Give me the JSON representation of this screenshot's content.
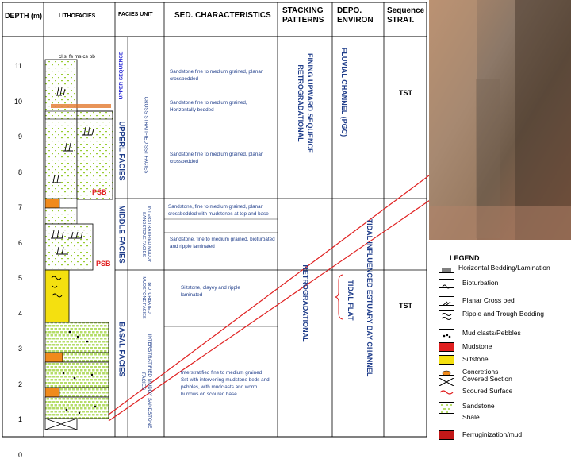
{
  "headers": {
    "depth": "DEPTH (m)",
    "lithofacies": "LITHOFACIES",
    "facies_unit": "FACIES UNIT",
    "sed": "SED. CHARACTERISTICS",
    "stacking": "STACKING PATTERNS",
    "depo": "DEPO. ENVIRON",
    "sequence": "Sequence STRAT."
  },
  "grain_scale": "cl sl fs ms cs pb",
  "depth_ticks": [
    "11",
    "10",
    "9",
    "8",
    "7",
    "6",
    "5",
    "4",
    "3",
    "2",
    "1",
    "0"
  ],
  "sequence_label": "UPPER SEQUENCE",
  "facies": {
    "upper": "UPPERL FACIES",
    "middle": "MIDDLE FACIES",
    "basal": "BASAL FACIES"
  },
  "subfacies": {
    "upper": "CROSS STRATIFIED SST FACIES",
    "middle": "INTERSTRATIFIED MUDDY SANDSTONE FACIES",
    "bioturbated": "BIOTURBATED MUDSTONE FACIES",
    "basal": "INTERSTRATIFIED MUDDY SANDSTONE FACIES"
  },
  "sed_characteristics": [
    "Sandstone fine to medium grained, planar crossbedded",
    "Sandstone fine to medium grained, Horizontally bedded",
    "Sandstone fine to medium grained, planar crossbedded",
    "Sandstone, fine to medium grained, planar crossbedded with mudstones at top and base",
    "Sandstone, fine to medium grained, bioturbated and ripple laminated",
    "Siltstone, clayey and ripple laminated",
    "Interstratified fine to medium grained Sst with intervening mudstone beds and pebbles, with mudclasts and worm burrows on scoured base"
  ],
  "stacking": {
    "upper": "FINING UPWARD SEQUENCE RETROGRADATIONAL",
    "lower": "RETROGRADATIONAL"
  },
  "depo": {
    "upper": "FLUVIAL CHANNEL (PGC)",
    "lower": "TIDAL INFLUENCED ESTUARY BAY CHANNEL",
    "tidal_flat": "TIDAL FLAT"
  },
  "sequence_strat": [
    "TST",
    "TST"
  ],
  "psb": [
    "PSB",
    "PSB"
  ],
  "legend": {
    "title": "LEGEND",
    "items": [
      {
        "label": "Horizontal Bedding/Lamination",
        "icon": "horizontal-bedding-icon"
      },
      {
        "label": "Bioturbation",
        "icon": "bioturbation-icon"
      },
      {
        "label": "Planar Cross bed",
        "icon": "planar-cross-bed-icon"
      },
      {
        "label": "Ripple and Trough Bedding",
        "icon": "ripple-trough-icon"
      },
      {
        "label": "Mud clasts/Pebbles",
        "icon": "mud-clasts-icon"
      },
      {
        "label": "Mudstone",
        "icon": "mudstone-swatch",
        "color": "#e02020"
      },
      {
        "label": "Siltstone",
        "icon": "siltstone-swatch",
        "color": "#f4e010"
      },
      {
        "label": "Concretions",
        "icon": "concretions-icon",
        "color": "#f08a1c"
      },
      {
        "label": "Covered Section",
        "icon": "covered-section-icon"
      },
      {
        "label": "Scoured Surface",
        "icon": "scoured-surface-icon",
        "color": "#e02020"
      },
      {
        "label": "Sandstone",
        "icon": "sandstone-swatch"
      },
      {
        "label": "Shale",
        "icon": "shale-swatch"
      },
      {
        "label": "Ferruginization/mud",
        "icon": "ferruginization-swatch",
        "color": "#c21818"
      }
    ]
  },
  "colors": {
    "accent_blue": "#1f3d8a",
    "red": "#e02020",
    "siltstone": "#f4e010",
    "mudstone_orange": "#f08a1c",
    "sand_dot": "#9acd32"
  }
}
